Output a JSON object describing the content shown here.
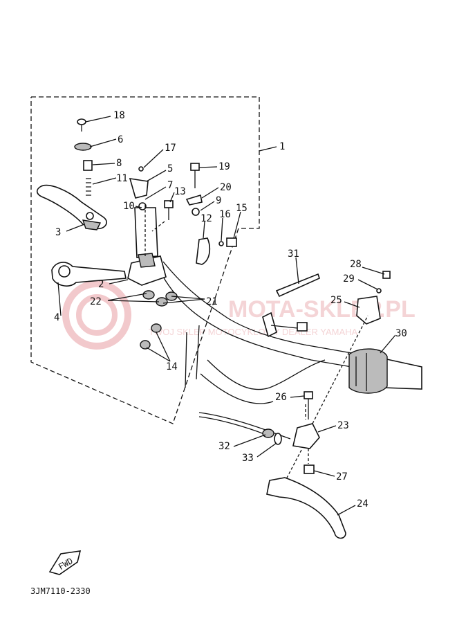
{
  "diagram": {
    "assembly_code": "3JM7110-2330",
    "fwd_badge": "FWD",
    "watermark": {
      "brand": "MOTA-SKLEP.PL",
      "tagline": "TWOJ SKLEP MOTOCYKLOWY DEALER YAMAHA"
    },
    "callouts": [
      {
        "id": "c1",
        "text": "1"
      },
      {
        "id": "c2",
        "text": "2"
      },
      {
        "id": "c3",
        "text": "3"
      },
      {
        "id": "c4",
        "text": "4"
      },
      {
        "id": "c5",
        "text": "5"
      },
      {
        "id": "c6",
        "text": "6"
      },
      {
        "id": "c7",
        "text": "7"
      },
      {
        "id": "c8",
        "text": "8"
      },
      {
        "id": "c9",
        "text": "9"
      },
      {
        "id": "c10",
        "text": "10"
      },
      {
        "id": "c11",
        "text": "11"
      },
      {
        "id": "c12",
        "text": "12"
      },
      {
        "id": "c13",
        "text": "13"
      },
      {
        "id": "c14",
        "text": "14"
      },
      {
        "id": "c15",
        "text": "15"
      },
      {
        "id": "c16",
        "text": "16"
      },
      {
        "id": "c17",
        "text": "17"
      },
      {
        "id": "c18",
        "text": "18"
      },
      {
        "id": "c19",
        "text": "19"
      },
      {
        "id": "c20",
        "text": "20"
      },
      {
        "id": "c21",
        "text": "21"
      },
      {
        "id": "c22",
        "text": "22"
      },
      {
        "id": "c23",
        "text": "23"
      },
      {
        "id": "c24",
        "text": "24"
      },
      {
        "id": "c25",
        "text": "25"
      },
      {
        "id": "c26",
        "text": "26"
      },
      {
        "id": "c27",
        "text": "27"
      },
      {
        "id": "c28",
        "text": "28"
      },
      {
        "id": "c29",
        "text": "29"
      },
      {
        "id": "c30",
        "text": "30"
      },
      {
        "id": "c31",
        "text": "31"
      },
      {
        "id": "c32",
        "text": "32"
      },
      {
        "id": "c33",
        "text": "33"
      }
    ]
  }
}
